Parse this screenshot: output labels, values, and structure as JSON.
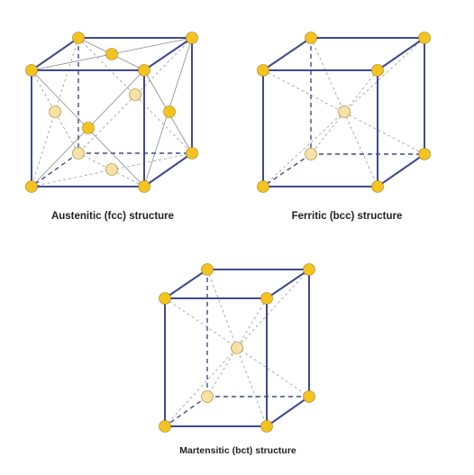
{
  "structures": [
    {
      "key": "fcc",
      "caption": "Austenitic (fcc) structure"
    },
    {
      "key": "bcc",
      "caption": "Ferritic (bcc) structure"
    },
    {
      "key": "bct",
      "caption": "Martensitic (bct) structure"
    }
  ],
  "colors": {
    "edge": "#3f4a8c",
    "atom_front": "#f5c320",
    "atom_back": "#f6e1a6"
  }
}
